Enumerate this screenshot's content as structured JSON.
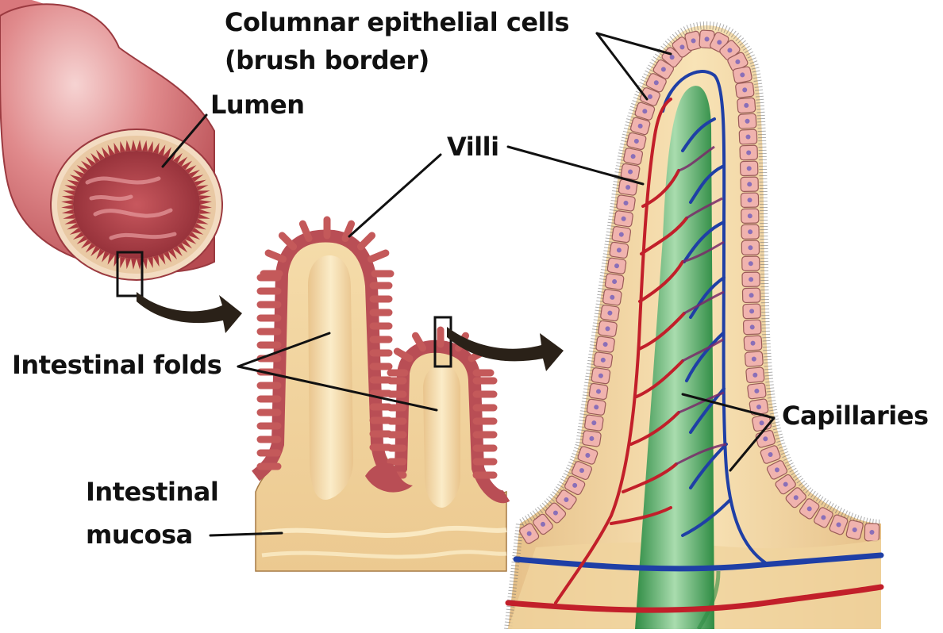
{
  "labels": {
    "columnar_line1": "Columnar epithelial cells",
    "columnar_line2": "(brush border)",
    "lumen": "Lumen",
    "villi": "Villi",
    "intestinal_folds": "Intestinal folds",
    "capillaries": "Capillaries",
    "mucosa_line1": "Intestinal",
    "mucosa_line2": "mucosa"
  },
  "colors": {
    "tissue_tan": "#f2d9a8",
    "tissue_light": "#fbeccb",
    "tissue_red": "#c4595a",
    "tube_red": "#d96a6e",
    "artery_red": "#c21f2a",
    "vein_blue": "#1f3fa6",
    "lacteal_green": "#5bb46c",
    "epithelium_pink": "#f0b3ae",
    "nucleus_purple": "#8a6fb8",
    "arrow_dark": "#2a2118"
  }
}
